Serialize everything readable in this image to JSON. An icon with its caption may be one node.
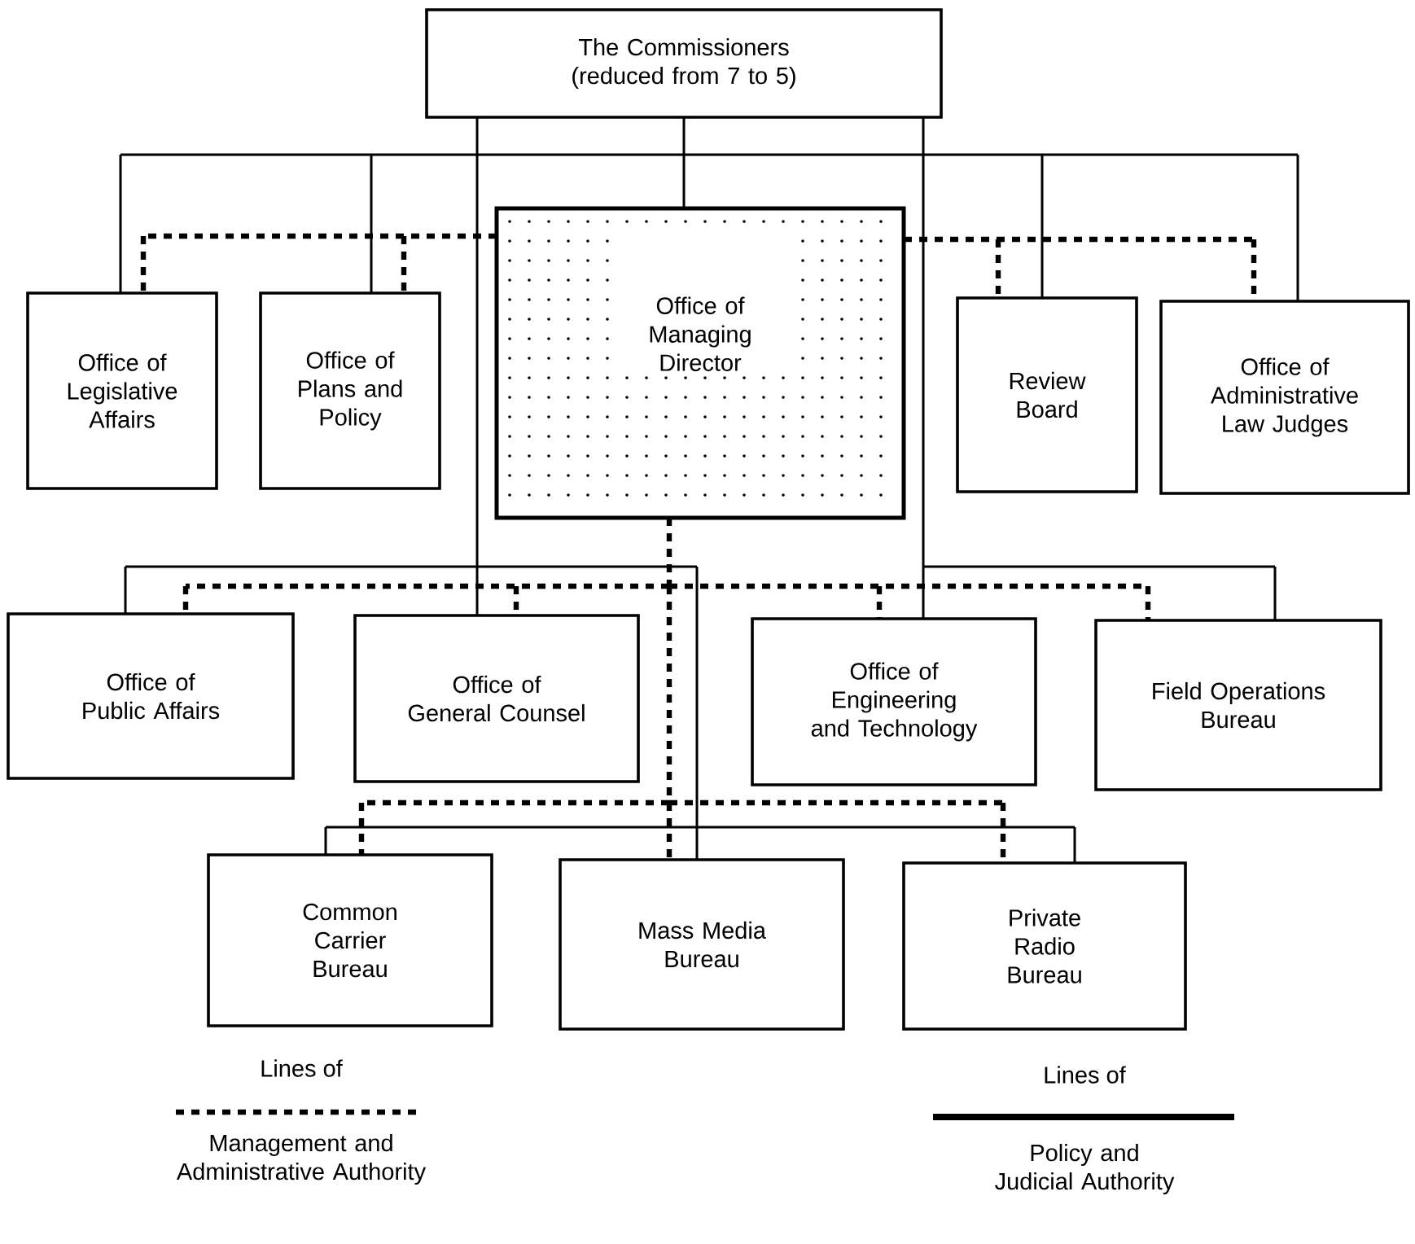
{
  "diagram": {
    "nodes": [
      {
        "text": [
          "The Commissioners (reduced from 7 to 5)"
        ]
      },
      {
        "text": [
          "Office of Legislative Affairs"
        ]
      },
      {
        "text": [
          "Office of Plans and Policy"
        ]
      },
      {
        "text": [
          "Office of Managing Director"
        ]
      },
      {
        "text": [
          "Review Board"
        ]
      },
      {
        "text": [
          "Office of Administrative Law Judges"
        ]
      },
      {
        "text": [
          "Office of Public Affairs"
        ]
      },
      {
        "text": [
          "Office of General Counsel"
        ]
      },
      {
        "text": [
          "Office of Engineering and Technology"
        ]
      },
      {
        "text": [
          "Field Operations Bureau"
        ]
      },
      {
        "text": [
          "Common Carrier Bureau"
        ]
      },
      {
        "text": [
          "Mass Media Bureau"
        ]
      },
      {
        "text": [
          "Private Radio Bureau"
        ]
      }
    ],
    "edges": [
      {
        "from": 0,
        "to": 1,
        "arrow": "none"
      },
      {
        "from": 0,
        "to": 2,
        "arrow": "none"
      },
      {
        "from": 0,
        "to": 3,
        "arrow": "none"
      },
      {
        "from": 0,
        "to": 4,
        "arrow": "none"
      },
      {
        "from": 0,
        "to": 5,
        "arrow": "none"
      },
      {
        "from": 0,
        "to": 6,
        "arrow": "none"
      },
      {
        "from": 0,
        "to": 7,
        "arrow": "none"
      },
      {
        "from": 0,
        "to": 8,
        "arrow": "none"
      },
      {
        "from": 0,
        "to": 9,
        "arrow": "none"
      },
      {
        "from": 0,
        "to": 10,
        "arrow": "none"
      },
      {
        "from": 0,
        "to": 11,
        "arrow": "none"
      },
      {
        "from": 0,
        "to": 12,
        "arrow": "none"
      },
      {
        "from": 3,
        "to": 1,
        "arrow": "none",
        "style": "dashed"
      },
      {
        "from": 3,
        "to": 2,
        "arrow": "none",
        "style": "dashed"
      },
      {
        "from": 3,
        "to": 4,
        "arrow": "none",
        "style": "dashed"
      },
      {
        "from": 3,
        "to": 5,
        "arrow": "none",
        "style": "dashed"
      },
      {
        "from": 3,
        "to": 6,
        "arrow": "none",
        "style": "dashed"
      },
      {
        "from": 3,
        "to": 7,
        "arrow": "none",
        "style": "dashed"
      },
      {
        "from": 3,
        "to": 8,
        "arrow": "none",
        "style": "dashed"
      },
      {
        "from": 3,
        "to": 9,
        "arrow": "none",
        "style": "dashed"
      },
      {
        "from": 3,
        "to": 10,
        "arrow": "none",
        "style": "dashed"
      },
      {
        "from": 3,
        "to": 11,
        "arrow": "none",
        "style": "dashed"
      },
      {
        "from": 3,
        "to": 12,
        "arrow": "none",
        "style": "dashed"
      }
    ],
    "labels": [
      "Lines of",
      "Lines of"
    ],
    "legend": [
      {
        "text": "Management and Administrative Authority"
      },
      {
        "text": "Policy and Judicial Authority"
      }
    ]
  }
}
